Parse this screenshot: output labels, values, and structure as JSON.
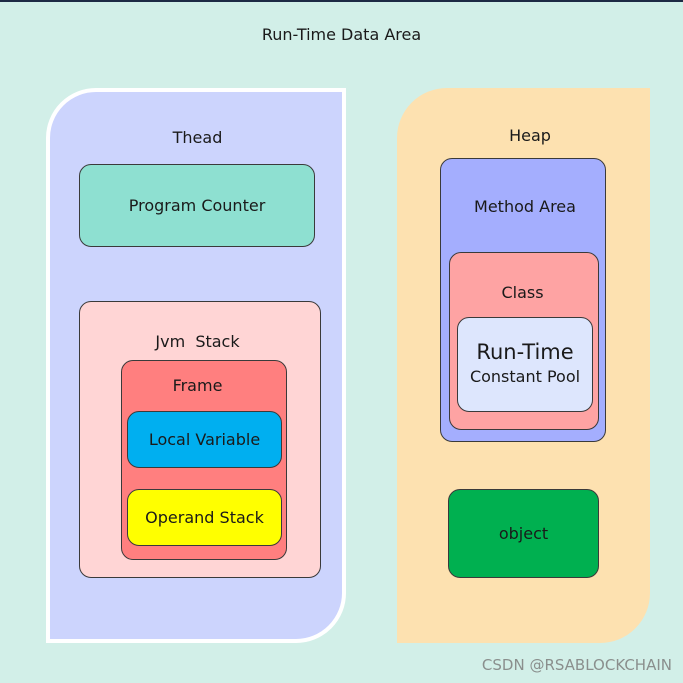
{
  "title": "Run-Time Data Area",
  "thread": {
    "label": "Thead",
    "program_counter": "Program Counter",
    "jvm_stack": {
      "label": "Jvm  Stack",
      "frame": {
        "label": "Frame",
        "local_variable": "Local Variable",
        "operand_stack": "Operand Stack"
      }
    }
  },
  "heap": {
    "label": "Heap",
    "method_area": {
      "label": "Method Area",
      "class": {
        "label": "Class",
        "runtime_constant_pool_line1": "Run-Time",
        "runtime_constant_pool_line2": "Constant Pool"
      }
    },
    "object": "object"
  },
  "watermark": "CSDN @RSABLOCKCHAIN",
  "colors": {
    "background": "#d2efe8",
    "thread_region": "#ccd4fd",
    "program_counter": "#8ee0d1",
    "jvm_stack": "#ffd5d5",
    "frame": "#ff7f7f",
    "local_variable": "#00aff0",
    "operand_stack": "#ffff00",
    "heap_region": "#fde1b0",
    "method_area": "#a4aefe",
    "class": "#fea3a3",
    "runtime_constant_pool": "#dde6fd",
    "object": "#00b050"
  }
}
